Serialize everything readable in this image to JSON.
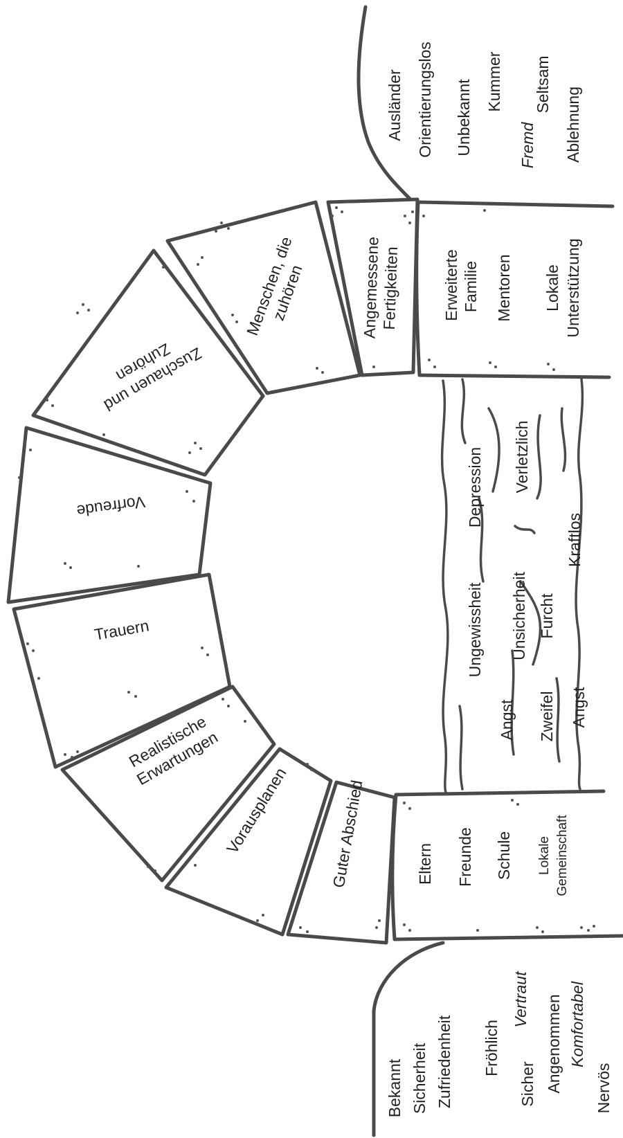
{
  "top_right_area": {
    "words": [
      "Ausländer",
      "Orientierungslos",
      "Unbekannt",
      "Kummer",
      "Fremd",
      "Seltsam",
      "Ablehnung"
    ]
  },
  "bottom_area": {
    "words": [
      "Bekannt",
      "Sicherheit",
      "Zufriedenheit",
      "Fröhlich",
      "Vertraut",
      "Sicher",
      "Angenommen",
      "Komfortabel",
      "Nervös"
    ]
  },
  "pillar_top": {
    "lines": [
      "Erweiterte",
      "Familie",
      "Mentoren",
      "Lokale",
      "Unterstützung"
    ]
  },
  "pillar_bottom": {
    "lines": [
      "Eltern",
      "Freunde",
      "Schule",
      "Lokale",
      "Gemeinschaft"
    ]
  },
  "arch_stones": [
    {
      "lines": [
        "Angemessene",
        "Fertigkeiten"
      ]
    },
    {
      "lines": [
        "Menschen, die",
        "zuhören"
      ]
    },
    {
      "lines": [
        "Zuschauen und",
        "Zuhören"
      ]
    },
    {
      "lines": [
        "Vorfreude"
      ]
    },
    {
      "lines": [
        "Trauern"
      ]
    },
    {
      "lines": [
        "Realistische",
        "Erwartungen"
      ]
    },
    {
      "lines": [
        "Vorausplanen"
      ]
    },
    {
      "lines": [
        "Guter Abschied"
      ]
    }
  ],
  "river": {
    "words": [
      "Depression",
      "Verletzlich",
      "Kraftlos",
      "Ungewissheit",
      "Unsicherheit",
      "Furcht",
      "Zweifel",
      "Angst",
      "Angst"
    ]
  }
}
